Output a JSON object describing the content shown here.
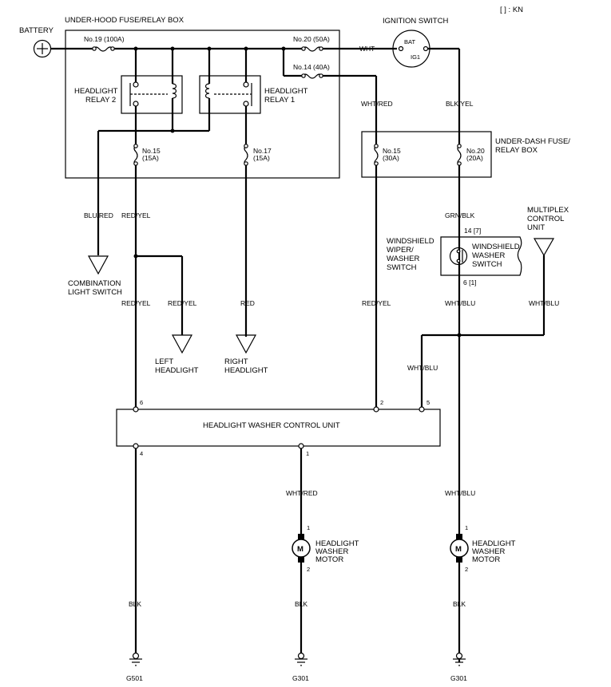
{
  "legend": "[   ] : KN",
  "battery": {
    "label": "BATTERY"
  },
  "under_hood_box": {
    "title": "UNDER-HOOD FUSE/RELAY BOX",
    "fuse19": "No.19 (100A)",
    "fuse20": "No.20 (50A)",
    "fuse14": "No.14 (40A)",
    "relay2": [
      "HEADLIGHT",
      "RELAY 2"
    ],
    "relay1": [
      "HEADLIGHT",
      "RELAY 1"
    ],
    "fuse15": [
      "No.15",
      "(15A)"
    ],
    "fuse17": [
      "No.17",
      "(15A)"
    ]
  },
  "ignition_switch": {
    "title": "IGNITION SWITCH",
    "bat": "BAT",
    "ig1": "IG1"
  },
  "under_dash_box": {
    "title": [
      "UNDER-DASH FUSE/",
      "RELAY BOX"
    ],
    "fuse15": [
      "No.15",
      "(30A)"
    ],
    "fuse20": [
      "No.20",
      "(20A)"
    ]
  },
  "wires": {
    "wht": "WHT",
    "wht_red_top": "WHT/RED",
    "blk_yel": "BLK/YEL",
    "blu_red": "BLU/RED",
    "red_yel_1": "RED/YEL",
    "red_yel_2": "RED/YEL",
    "red_yel_3": "RED/YEL",
    "red_yel_4": "RED/YEL",
    "red": "RED",
    "grn_blk": "GRN/BLK",
    "wht_blu_1": "WHT/BLU",
    "wht_blu_2": "WHT/BLU",
    "wht_blu_3": "WHT/BLU",
    "wht_red_bottom": "WHT/RED",
    "wht_blu_bottom": "WHT/BLU",
    "blk_1": "BLK",
    "blk_2": "BLK",
    "blk_3": "BLK"
  },
  "combination_switch": [
    "COMBINATION",
    "LIGHT SWITCH"
  ],
  "left_headlight": [
    "LEFT",
    "HEADLIGHT"
  ],
  "right_headlight": [
    "RIGHT",
    "HEADLIGHT"
  ],
  "wiper_switch": {
    "label": [
      "WINDSHIELD",
      "WIPER/",
      "WASHER",
      "SWITCH"
    ],
    "inner": [
      "WINDSHIELD",
      "WASHER",
      "SWITCH"
    ],
    "pin_top": "14 [7]",
    "pin_bottom": "6 [1]"
  },
  "multiplex": [
    "MULTIPLEX",
    "CONTROL",
    "UNIT"
  ],
  "control_unit": {
    "label": "HEADLIGHT WASHER CONTROL UNIT",
    "pins": {
      "p6": "6",
      "p2": "2",
      "p5": "5",
      "p4": "4",
      "p1": "1"
    }
  },
  "motor_left": {
    "symbol": "M",
    "label": [
      "HEADLIGHT",
      "WASHER",
      "MOTOR"
    ],
    "pin1": "1",
    "pin2": "2"
  },
  "motor_right": {
    "symbol": "M",
    "label": [
      "HEADLIGHT",
      "WASHER",
      "MOTOR"
    ],
    "pin1": "1",
    "pin2": "2"
  },
  "grounds": {
    "g1": "G501",
    "g2": "G301",
    "g3": "G301"
  }
}
